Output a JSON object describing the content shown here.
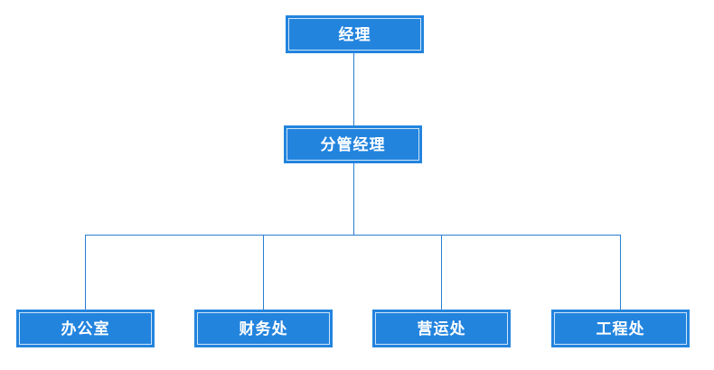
{
  "theme": {
    "node_fill": "#2384de",
    "node_inner_border": "rgba(255,255,255,0.78)",
    "node_text": "#ffffff",
    "connector": "#2a7fd0",
    "background": "#ffffff"
  },
  "diagram": {
    "type": "org-chart",
    "levels": 3
  },
  "nodes": {
    "manager": {
      "label": "经理",
      "level": 1
    },
    "deputy": {
      "label": "分管经理",
      "level": 2
    },
    "office": {
      "label": "办公室",
      "level": 3
    },
    "finance": {
      "label": "财务处",
      "level": 3
    },
    "operations": {
      "label": "营运处",
      "level": 3
    },
    "engineering": {
      "label": "工程处",
      "level": 3
    }
  },
  "edges": [
    {
      "from": "经理",
      "to": "分管经理"
    },
    {
      "from": "分管经理",
      "to": "办公室"
    },
    {
      "from": "分管经理",
      "to": "财务处"
    },
    {
      "from": "分管经理",
      "to": "营运处"
    },
    {
      "from": "分管经理",
      "to": "工程处"
    }
  ]
}
